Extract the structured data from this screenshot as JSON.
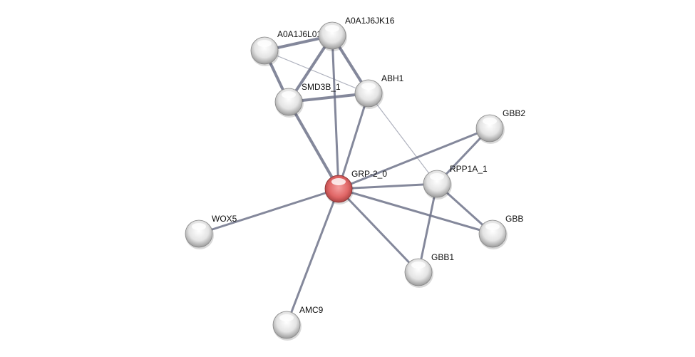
{
  "network": {
    "query_node": "GRP-2_0",
    "colors": {
      "query_node": "#e06666",
      "other_node": "#e8e8e8",
      "edge": "#6e7389"
    },
    "nodes": [
      {
        "id": "A0A1J6L01",
        "label": "A0A1J6L01"
      },
      {
        "id": "A0A1J6JK16",
        "label": "A0A1J6JK16"
      },
      {
        "id": "SMD3B_1",
        "label": "SMD3B_1"
      },
      {
        "id": "ABH1",
        "label": "ABH1"
      },
      {
        "id": "GBB2",
        "label": "GBB2"
      },
      {
        "id": "GRP-2_0",
        "label": "GRP-2_0"
      },
      {
        "id": "RPP1A_1",
        "label": "RPP1A_1"
      },
      {
        "id": "WOX5",
        "label": "WOX5"
      },
      {
        "id": "GBB",
        "label": "GBB"
      },
      {
        "id": "GBB1",
        "label": "GBB1"
      },
      {
        "id": "AMC9",
        "label": "AMC9"
      }
    ],
    "edges": [
      {
        "source": "A0A1J6L01",
        "target": "A0A1J6JK16",
        "strength": 3
      },
      {
        "source": "A0A1J6L01",
        "target": "SMD3B_1",
        "strength": 3
      },
      {
        "source": "A0A1J6L01",
        "target": "ABH1",
        "strength": 1
      },
      {
        "source": "A0A1J6JK16",
        "target": "SMD3B_1",
        "strength": 3
      },
      {
        "source": "A0A1J6JK16",
        "target": "ABH1",
        "strength": 3
      },
      {
        "source": "A0A1J6JK16",
        "target": "GRP-2_0",
        "strength": 2
      },
      {
        "source": "SMD3B_1",
        "target": "ABH1",
        "strength": 3
      },
      {
        "source": "SMD3B_1",
        "target": "GRP-2_0",
        "strength": 3
      },
      {
        "source": "ABH1",
        "target": "GRP-2_0",
        "strength": 2
      },
      {
        "source": "ABH1",
        "target": "RPP1A_1",
        "strength": 1
      },
      {
        "source": "GRP-2_0",
        "target": "GBB2",
        "strength": 2
      },
      {
        "source": "GRP-2_0",
        "target": "RPP1A_1",
        "strength": 2
      },
      {
        "source": "GRP-2_0",
        "target": "GBB",
        "strength": 2
      },
      {
        "source": "GRP-2_0",
        "target": "GBB1",
        "strength": 2
      },
      {
        "source": "GRP-2_0",
        "target": "WOX5",
        "strength": 2
      },
      {
        "source": "GRP-2_0",
        "target": "AMC9",
        "strength": 2
      },
      {
        "source": "GBB2",
        "target": "RPP1A_1",
        "strength": 2
      },
      {
        "source": "RPP1A_1",
        "target": "GBB",
        "strength": 2
      },
      {
        "source": "RPP1A_1",
        "target": "GBB1",
        "strength": 2
      }
    ]
  }
}
